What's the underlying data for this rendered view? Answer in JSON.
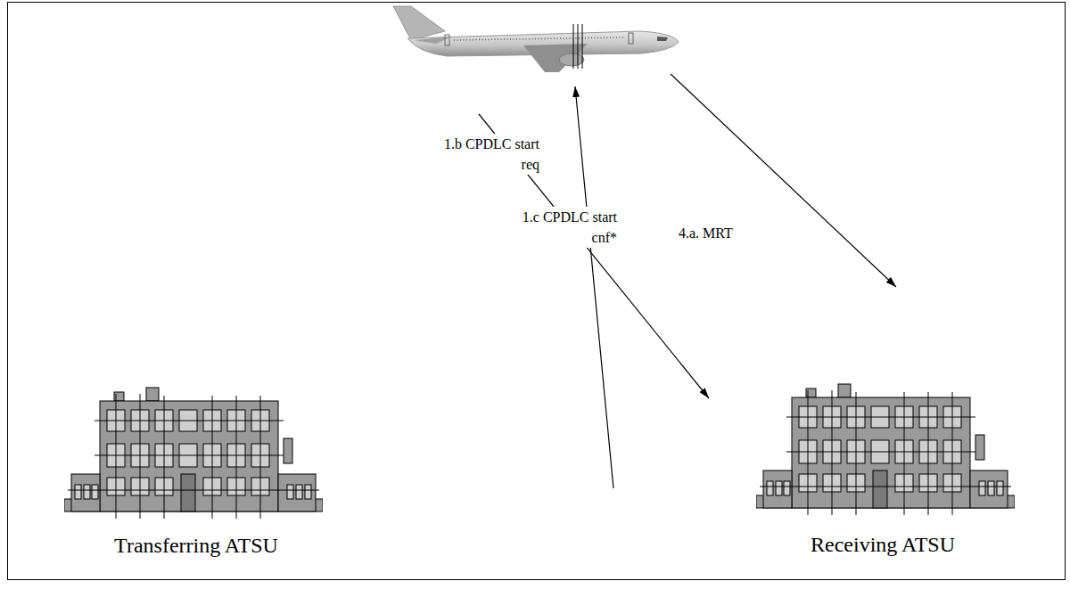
{
  "diagram": {
    "nodes": [
      {
        "text": []
      },
      {
        "text": [
          "Transferring ATSU"
        ]
      },
      {
        "text": [
          "Receiving ATSU"
        ]
      }
    ],
    "edges": [
      {
        "from": 0,
        "to": 2,
        "arrow": "to",
        "label": "1.b CPDLC start req"
      },
      {
        "from": 2,
        "to": 0,
        "arrow": "to",
        "label": "1.c CPDLC start cnf*"
      },
      {
        "from": 0,
        "to": 2,
        "arrow": "to",
        "label": "4.a. MRT"
      }
    ]
  }
}
